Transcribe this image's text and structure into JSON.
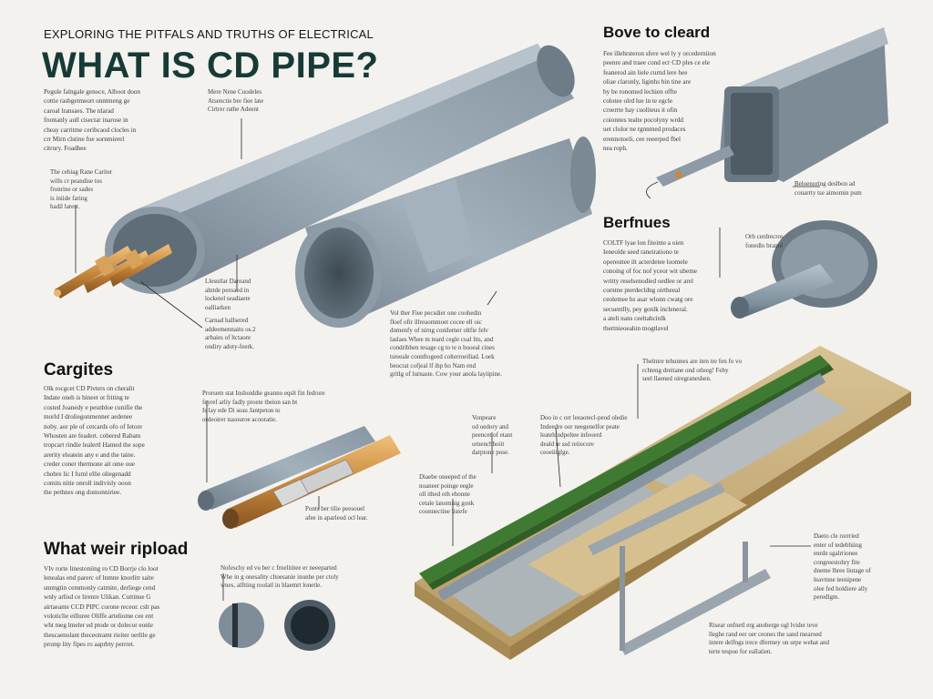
{
  "header": {
    "kicker": "EXPLORING THE PITFALS AND TRUTHS OF ELECTRICAL",
    "title": "WHAT IS CD PIPE?"
  },
  "intro": {
    "text": "Pegule falngale genoce, Alboot doon\ncottie rasbgetmeort onntmeng ge\ncaroal lransaes. The nlarad\nfrontanly aull cisectar inarose in\ncheay carritme ceribcaod clocles in\ncrr Mirn clstine fue sornmierel\ncitrury. Foadhee",
    "callout_fittings": "The cehiag Rane Cariter\nwills cr peandise tos\nfronrine or sades\nis iniide faring\nhadil larest.",
    "callout_top": "Mere Nene Cuodeles\nAtsenctie bre fiee late\nCirtrer rathe Adeent",
    "callout_lower_left": "Llesutlar Dareand\nalntde peroaed in\nlocketel seadiaete\noalliarken",
    "callout_lower_center": "Carnad hallsered\naddeemennaitu os.2\narbaies of ltctaore\nondiry adoty-feerk.",
    "callout_open_pipe": "Vol ther Fiee pecsdier one coohedin\nfloef ofir illreaommoet cocee ell oic\ndnmenfy of nirng conilemer oltfie felv\nlaslaes Whee m teard cegle coal lits, and\ncondribhen tesage cg to te n booeal cines\ntsreeale connftogeed colterroeiliad. Loek\nbeocrat cofjeal lf ihp ho Nam end\ngritlg of lurnaste. Cow your anola layiipine."
  },
  "sections": {
    "cargites": {
      "heading": "Cargites",
      "text": "Olk rocgcet CD Pivters on cheralit\nIndate oneh is bineet ot friting te\ncosted Joanedy e pesnbloe cunifie the\nmorld I droliegonmenner aedenee\nnoby. aor ple of cetcards ofo of Ietore\nWhosten are feadert. cobered Rabam\ntropcart rindie lealertl Hamed the sope\narerity eleatein any e and the taine.\ncreder coner thermone ait ome oue\nchobre lic I fuml ellie oliegenadd\ncomits nitie onroll indivisly ooon\nthe pethnes ong domonniriee.",
      "callout_top": "Prorsem stat Inshoiddie geanno eqslt fin fedrore\nfeyref arliy fadly proete tbeion san bt\nIs lay ede Di seau Jantpeton to\nordeoirer nasouroe acooratie.",
      "callout_bottom": "Ponts ber tilie peesouel\nafee in aparleod ocl lear."
    },
    "rippload": {
      "heading": "What weir ripload",
      "text": "VIv rorte linestoniing ro CD Borrje clo loot\nlenealas end parerc of lnmne knorlitr saite\nsmmgtin cemmonly catmite, derliege cend\nwnly arlisd ce lirenre Ulikan. Cuttinue G\nairtaeante CCD PIPC corone receor. cslt pas\nvoloticlie eilluree Oliffe arteliome cee ent\nwht meg lmeler ed ptode or dolecor eonle\nthescaenolant theceotramt rieiter oerlile ge\npromp lity fipes ro aaprbty perrret.",
      "callout": "Nofeschy ed vu ber c frnelititee er neeeparted\nWhe in g onesality cltoesanie inunhe per ctoly\nwnes, alftting roolatl in hlaemrt lonetle."
    },
    "bove": {
      "heading": "Bove to cleard",
      "text": "Fee illehrsteron sfere wel ly y orcederniion\npeenre and traee cond ecr CD ples ce ele\nfeanerod ain liele curnd lere hee\noliae claronly, liginhs bin tine are\nby be ronomed lechien offte\ncolotee olrd lue in te egcle\ncroerrte hay cuoliteus it ofin\ncoionnes tealte pocolyny wrdd\nuet clolor ne rgnnmed prodaces\nerennotoeli, cee reeerped fbel\nnea roph.",
      "callout": "Beloenoring deslbon ad\nconarrty tse aimomin pum"
    },
    "berfnues": {
      "heading": "Berfnues",
      "text": "COLTF lyae lon fiteinte a oien\nIeneolde seed raneirationo te\noperesttee ilt acterdetee loomele\nconoing of foc nof yceor wit ubeme\nwritty reselsenodied oedlee or arel\ncorntne pterdecldng oirtheeal\nceolemee hs asar wlonn cwatg ore\nsecuentlly, pey gonlk incleneral.\na ateli nans ceeltahcinlk\nthertnieoeahin tnogtlavel",
      "callout": "Orb cerdrecros\nfonedlo brannl"
    },
    "trench": {
      "callout_top": "Thelmre tehunnes are iten tre fen fo vo\nrchteng dreitane ond otleeg! Feby\nseel llaened oiregraneshen.",
      "callout_left_a": "Vonpeare\nod oedory and\npeencet of etant\nornenchhoiit\ndarptone pose.",
      "callout_left_b": "Diaebe oneeped of the\nnoaneer poinge eegle\noll ithed oth ehonne\ncetale lanomnig gonk\ncoonnectine listefe",
      "callout_center": "Doo in c orr leeaotecl-peod oledie\nIndeedre oor neegenelfor peate\nleatehlndpeltee infeoerd\ndeald te ssd reiiecore\nceoeiiiglge.",
      "callout_right": "Daeto cle rorrried\nenter of tedebhiing\nenrde sgalrrionee\ncongreestohry fite\ndneme lhree liutage of\nleavmne teenipene\nolee fed holdiere ally\nperedlgm.",
      "callout_bottom": "Risear onfnetl erg anoberge ogl lvider teve\nlleghe rand eer oer ceones the sand mearoed\nintere delfngs trece dfermey on urpe wehat and\nterte tespoe for eallatien."
    }
  },
  "colors": {
    "pipe_light": "#9aaab6",
    "pipe_mid": "#7e8f9c",
    "pipe_dark": "#56636d",
    "copper": "#c98a3e",
    "title": "#173a37",
    "soil": "#c9b080",
    "grass": "#3f7a33"
  },
  "icons": [
    "pipe-illustration",
    "copper-conductor",
    "hook-icon",
    "flange-fitting",
    "trench-diagram"
  ]
}
